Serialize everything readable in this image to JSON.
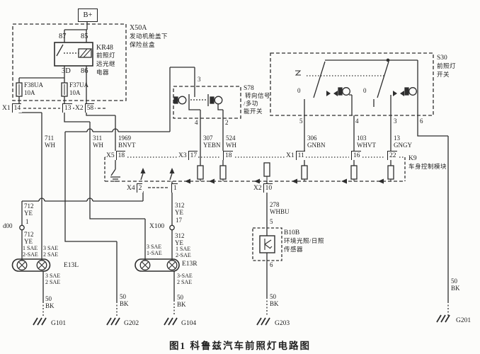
{
  "title": "图1 科鲁兹汽车前照灯电路图",
  "battery": {
    "label": "B+"
  },
  "fuse_box": {
    "id": "X50A",
    "desc1": "发动机舱盖下",
    "desc2": "保险丝盒"
  },
  "relay": {
    "id": "KR48",
    "d1": "前照灯",
    "d2": "远光继",
    "d3": "电器",
    "pin87": "87",
    "pin85": "85",
    "pin3d": "3D",
    "pin86": "86"
  },
  "fuses": {
    "f1": "F38UA",
    "f1a": "10A",
    "f2": "F37UA",
    "f2a": "10A"
  },
  "conn_top": {
    "x1": "X1",
    "p14": "14",
    "p13": "13",
    "x2": "X2",
    "p58": "58"
  },
  "wires": {
    "w711a": "711",
    "w711b": "WH",
    "w311a": "311",
    "w311b": "WH",
    "w1969a": "1969",
    "w1969b": "BNVT",
    "w307a": "307",
    "w307b": "YEBN",
    "w524a": "524",
    "w524b": "WH",
    "w306a": "306",
    "w306b": "GNBN",
    "w103a": "103",
    "w103b": "WHVT",
    "w13a": "13",
    "w13b": "GNGY",
    "w278a": "278",
    "w278b": "WHBU",
    "w712a": "712",
    "w712b": "YE",
    "w312a": "312",
    "w312b": "YE",
    "g50": "50",
    "gbk": "BK"
  },
  "s78": {
    "id": "S78",
    "d1": "转向信号",
    "d2": "/多功",
    "d3": "能开关",
    "p3": "3",
    "p4": "4",
    "p2": "2"
  },
  "s30": {
    "id": "S30",
    "d1": "前照灯",
    "d2": "开关",
    "p5": "5",
    "p4": "4",
    "p3": "3",
    "p6": "6",
    "zero1": "0",
    "zero2": "0"
  },
  "k9": {
    "id": "K9",
    "desc": "车身控制模块",
    "x5": "X5",
    "p18": "18",
    "x3": "X3",
    "p17": "17",
    "p18b": "18",
    "x1": "X1",
    "p11": "11",
    "p16": "16",
    "p22": "22",
    "x4": "X4",
    "p2": "2",
    "p1": "1",
    "x2": "X2",
    "p10": "10"
  },
  "b10b": {
    "id": "B10B",
    "d1": "环境光照/日照",
    "d2": "传感器",
    "p5": "5",
    "p6": "6"
  },
  "splices": {
    "d00": "d00",
    "d00pin": "1",
    "x100": "X100",
    "x100pin": "17"
  },
  "lamps": {
    "left": "E13L",
    "right": "E13R",
    "l_tl1": "1 SAE",
    "l_tl2": "2-SAE",
    "l_tr1": "3 SAE",
    "l_tr2": "2 SAE",
    "l_b1": "3 SAE",
    "l_b2": "2 SAE",
    "r_tl1": "3 SAE",
    "r_tl2": "1-SAE",
    "r_tr1": "1 SAE",
    "r_tr2": "2-SAE",
    "r_b1": "3-SAE",
    "r_b2": "2 SAE"
  },
  "grounds": {
    "g101": "G101",
    "g202": "G202",
    "g104": "G104",
    "g203": "G203",
    "g201": "G201"
  }
}
